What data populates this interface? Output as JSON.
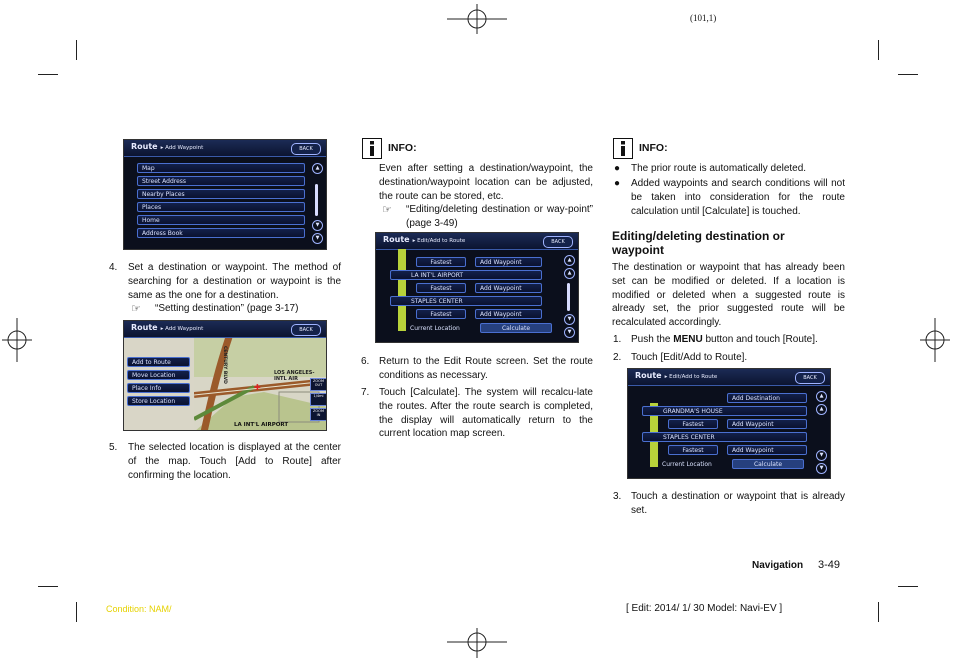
{
  "page_ref": "(101,1)",
  "footer": {
    "section": "Navigation",
    "page_number": "3-49",
    "condition": "Condition: NAM/",
    "edit": "[ Edit: 2014/ 1/ 30   Model:  Navi-EV ]"
  },
  "col1": {
    "shot1": {
      "title": "Route",
      "subtitle": "▸ Add Waypoint",
      "back": "BACK",
      "items": [
        "Map",
        "Street Address",
        "Nearby Places",
        "Places",
        "Home",
        "Address Book"
      ]
    },
    "step4_num": "4.",
    "step4_text": "Set a destination or waypoint. The method of searching for a destination or waypoint is the same as the one for a destination.",
    "step4_ref": "“Setting destination” (page 3-17)",
    "shot2": {
      "title": "Route",
      "subtitle": "▸ Add Waypoint",
      "back": "BACK",
      "items": [
        "Add to Route",
        "Move Location",
        "Place Info",
        "Store Location"
      ],
      "map_labels": {
        "street": "CENTURY BLVD",
        "airport_label": "LOS ANGELES-INTL AIR",
        "bottom": "LA INT'L AIRPORT",
        "zoom_out": "ZOOM OUT",
        "zoom_in": "ZOOM IN",
        "scale": "1/4mi"
      }
    },
    "step5_num": "5.",
    "step5_text": "The selected location is displayed at the center of the map. Touch [Add to Route] after confirming the location."
  },
  "col2": {
    "info_label": "INFO:",
    "info_text": "Even after setting a destination/waypoint, the destination/waypoint location can be adjusted, the route can be stored, etc.",
    "info_ref": "“Editing/deleting destination or way-point” (page 3-49)",
    "shot3": {
      "title": "Route",
      "subtitle": "▸ Edit/Add to Route",
      "back": "BACK",
      "rows": [
        {
          "left": "Fastest",
          "right": "Add Waypoint"
        },
        {
          "label": "LA INT'L AIRPORT"
        },
        {
          "left": "Fastest",
          "right": "Add Waypoint"
        },
        {
          "label": "STAPLES CENTER"
        },
        {
          "left": "Fastest",
          "right": "Add Waypoint"
        }
      ],
      "current": "Current Location",
      "calculate": "Calculate"
    },
    "step6_num": "6.",
    "step6_text": "Return to the Edit Route screen. Set the route conditions as necessary.",
    "step7_num": "7.",
    "step7_text": "Touch [Calculate]. The system will recalcu-late the routes. After the route search is completed, the display will automatically return to the current location map screen."
  },
  "col3": {
    "info_label": "INFO:",
    "bullets": [
      "The prior route is automatically deleted.",
      "Added waypoints and search conditions will not be taken into consideration for the route calculation until [Calculate] is touched."
    ],
    "heading": "Editing/deleting destination or waypoint",
    "para": "The destination or waypoint that has already been set can be modified or deleted. If a location is modified or deleted when a suggested route is already set, the prior suggested route will be recalculated accordingly.",
    "step1_num": "1.",
    "step1_pre": "Push the ",
    "step1_bold": "MENU",
    "step1_post": " button and touch [Route].",
    "step2_num": "2.",
    "step2_text": "Touch [Edit/Add to Route].",
    "shot4": {
      "title": "Route",
      "subtitle": "▸ Edit/Add to Route",
      "back": "BACK",
      "add_dest": "Add Destination",
      "rows": [
        {
          "label": "GRANDMA'S HOUSE"
        },
        {
          "left": "Fastest",
          "right": "Add Waypoint"
        },
        {
          "label": "STAPLES CENTER"
        },
        {
          "left": "Fastest",
          "right": "Add Waypoint"
        }
      ],
      "current": "Current Location",
      "calculate": "Calculate"
    },
    "step3_num": "3.",
    "step3_text": "Touch a destination or waypoint that is already set."
  },
  "colors": {
    "screen_bg": "#0b0f1c",
    "accent_blue": "#3a5aa8",
    "route_green": "#b8d23a",
    "condition_yellow": "#e6d200"
  }
}
